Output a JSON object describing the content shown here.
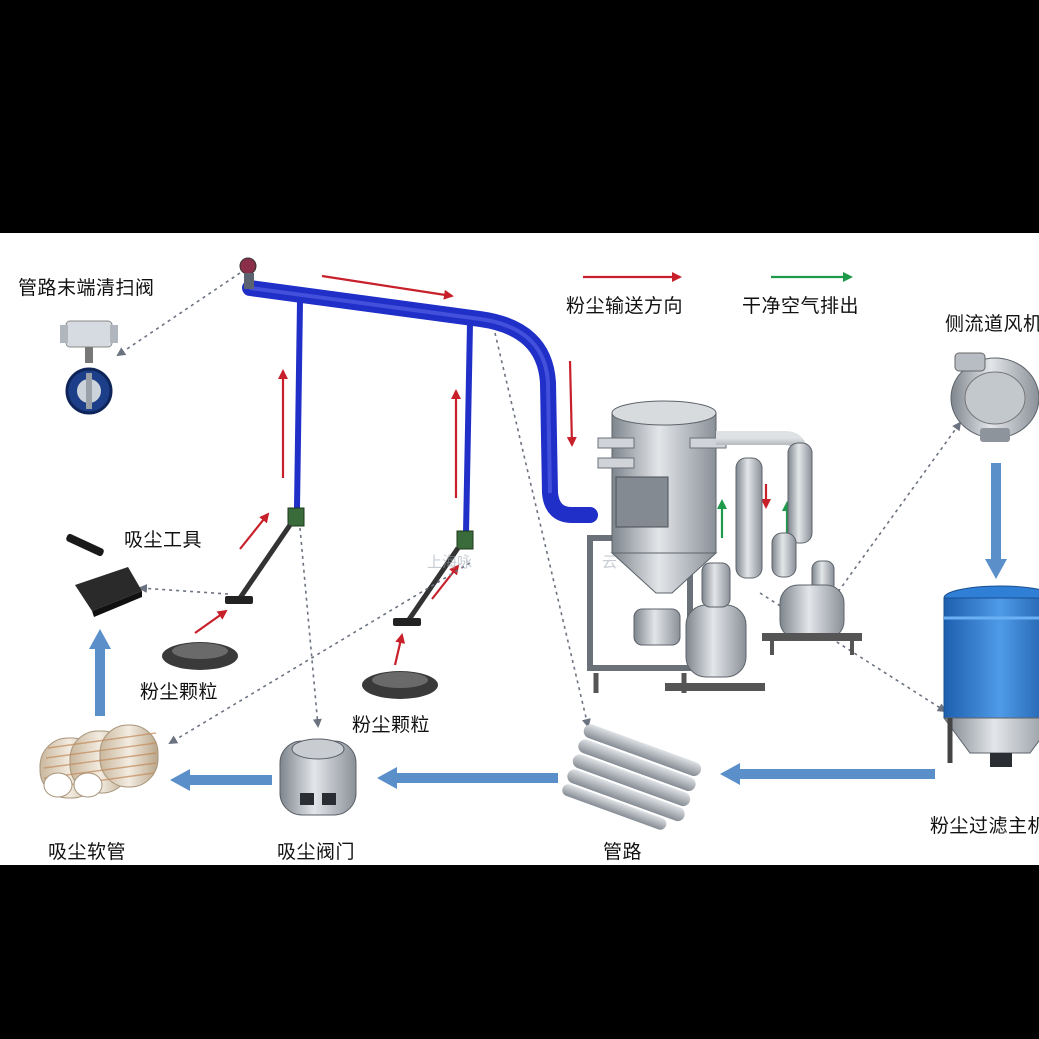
{
  "labels": {
    "end_valve": "管路末端清扫阀",
    "dust_direction": "粉尘输送方向",
    "clean_air": "干净空气排出",
    "side_blower": "侧流道风机",
    "suction_tool": "吸尘工具",
    "dust_particles_1": "粉尘颗粒",
    "dust_particles_2": "粉尘颗粒",
    "hose": "吸尘软管",
    "valve": "吸尘阀门",
    "pipeline": "管路",
    "filter_host": "粉尘过滤主机"
  },
  "watermarks": {
    "w1": "上海咏",
    "w2": "云"
  },
  "colors": {
    "pipe_blue": "#1f2fc8",
    "flow_red": "#c8202a",
    "air_green": "#1f9a4a",
    "process_arrow": "#5b8fc9",
    "machine_gray": "#a9afb6",
    "filter_blue": "#2f7fd6"
  }
}
